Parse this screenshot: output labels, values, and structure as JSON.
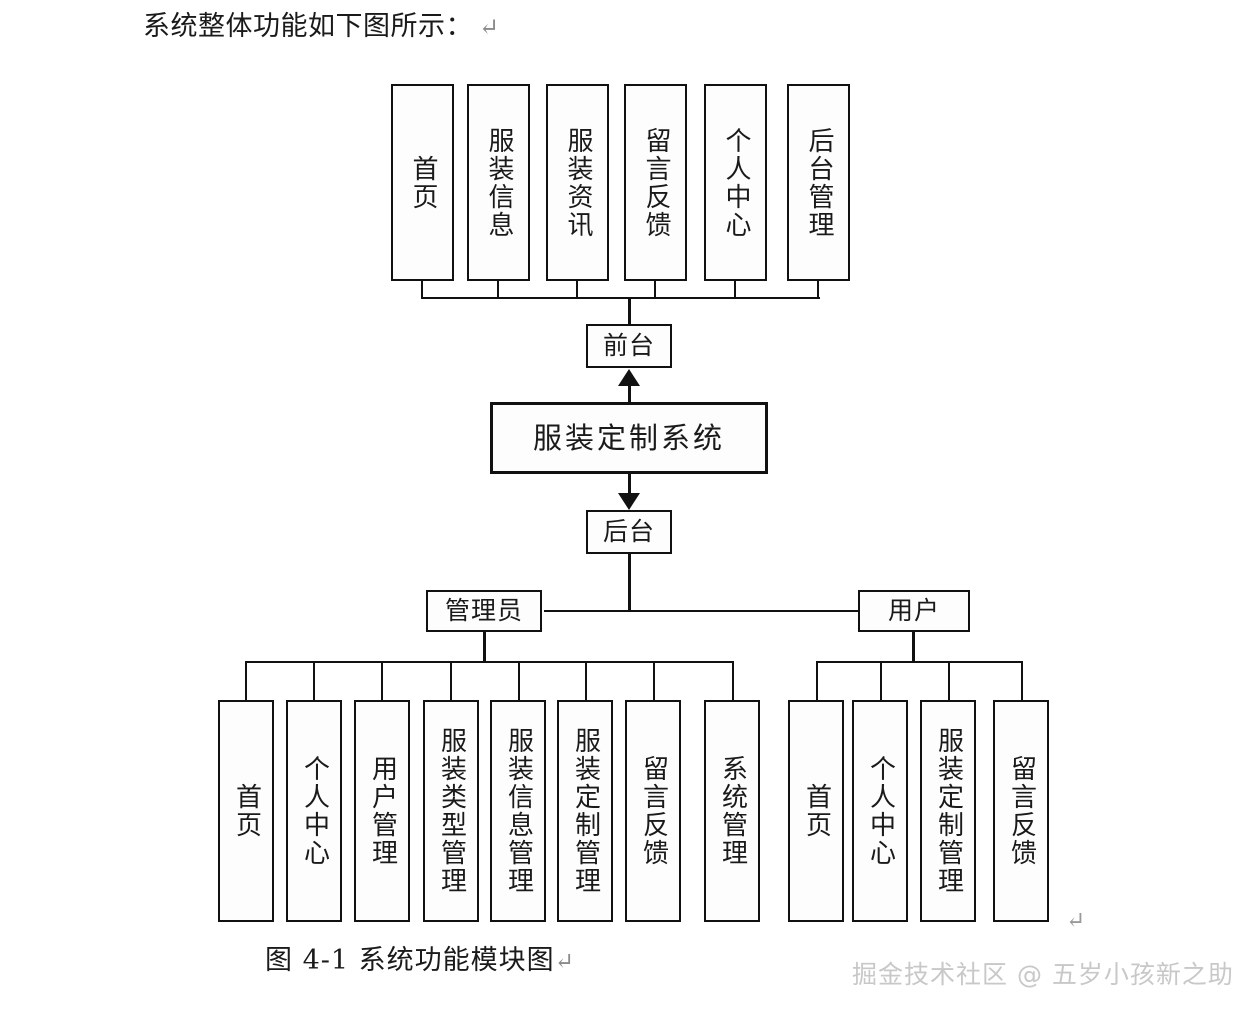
{
  "document": {
    "intro_text": "系统整体功能如下图所示：",
    "pilcrow": "↵",
    "caption": "图  4-1  系统功能模块图",
    "caption_pilcrow": "↵",
    "trailing_pilcrow": "↵",
    "watermark": "掘金技术社区 @ 五岁小孩新之助"
  },
  "colors": {
    "stroke": "#111111",
    "box_fill": "#fdfdfd",
    "page_bg": "#ffffff",
    "watermark": "#c8c8c8",
    "pilcrow": "#8b8b8b"
  },
  "chart_data": {
    "type": "diagram",
    "title": "图  4-1  系统功能模块图",
    "root": "服装定制系统",
    "nodes": {
      "system": "服装定制系统",
      "frontend": "前台",
      "backend": "后台",
      "admin": "管理员",
      "user": "用户"
    },
    "frontend_modules": [
      "首页",
      "服装信息",
      "服装资讯",
      "留言反馈",
      "个人中心",
      "后台管理"
    ],
    "admin_modules": [
      "首页",
      "个人中心",
      "用户管理",
      "服装类型管理",
      "服装信息管理",
      "服装定制管理",
      "留言反馈",
      "系统管理"
    ],
    "user_modules": [
      "首页",
      "个人中心",
      "服装定制管理",
      "留言反馈"
    ],
    "edges": [
      {
        "from": "服装定制系统",
        "to": "前台",
        "arrow": "up"
      },
      {
        "from": "服装定制系统",
        "to": "后台",
        "arrow": "down"
      },
      {
        "from": "后台",
        "to": "管理员",
        "arrow": "none"
      },
      {
        "from": "后台",
        "to": "用户",
        "arrow": "none"
      }
    ]
  }
}
